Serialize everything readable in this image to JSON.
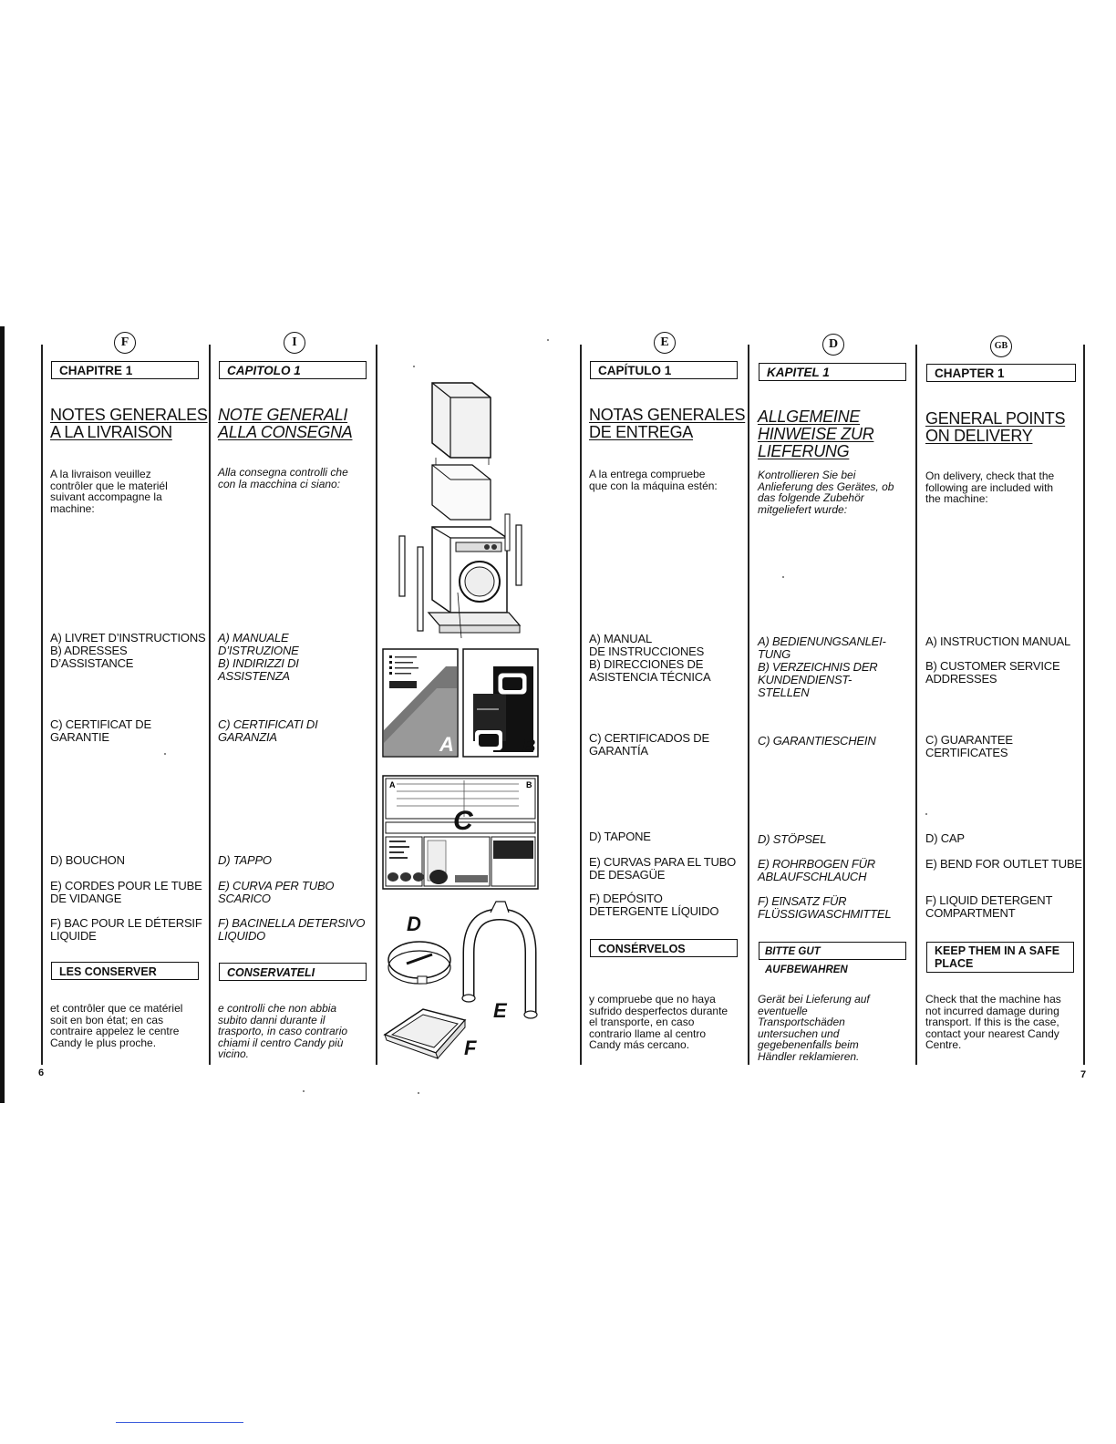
{
  "pages": {
    "left": "6",
    "right": "7"
  },
  "columns": {
    "fr": {
      "lang_badge": "F",
      "chapter": "CHAPITRE 1",
      "title": "NOTES GENERALES\nA LA LIVRAISON",
      "intro": "A la livraison veuillez\ncontrôler que le materiél\nsuivant accompagne la\nmachine:",
      "item_a": "A) LIVRET D’INSTRUCTIONS",
      "item_b": "B) ADRESSES\n     D’ASSISTANCE",
      "item_c": "C) CERTIFICAT DE\n     GARANTIE",
      "item_d": "D) BOUCHON",
      "item_e": "E) CORDES POUR LE TUBE\n     DE VIDANGE",
      "item_f": "F) BAC POUR LE DÉTERSIF\n     LIQUIDE",
      "keep_header": "LES CONSERVER",
      "closing": "et contrôler que ce matériel\nsoit en bon état; en cas\ncontraire appelez le centre\nCandy le plus proche."
    },
    "it": {
      "lang_badge": "I",
      "chapter": "CAPITOLO 1",
      "title": "NOTE GENERALI\nALLA CONSEGNA",
      "intro": "Alla consegna controlli che\ncon la macchina ci siano:",
      "item_a": "A) MANUALE\n     D’ISTRUZIONE",
      "item_b": "B) INDIRIZZI DI\n     ASSISTENZA",
      "item_c": "C) CERTIFICATI DI\n     GARANZIA",
      "item_d": "D) TAPPO",
      "item_e": "E) CURVA PER TUBO\n     SCARICO",
      "item_f": "F) BACINELLA DETERSIVO\n     LIQUIDO",
      "keep_header": "CONSERVATELI",
      "closing": "e controlli che non abbia\nsubito danni durante il\ntrasporto, in caso contrario\nchiami il centro Candy più\nvicino."
    },
    "es": {
      "lang_badge": "E",
      "chapter": "CAPÍTULO 1",
      "title": "NOTAS GENERALES\nDE ENTREGA",
      "intro": "A la entrega compruebe\nque con la máquina estén:",
      "item_a": "A) MANUAL\n     DE INSTRUCCIONES",
      "item_b": "B) DIRECCIONES DE\n     ASISTENCIA TÉCNICA",
      "item_c": "C) CERTIFICADOS DE\n     GARANTÍA",
      "item_d": "D) TAPONE",
      "item_e": "E) CURVAS PARA EL TUBO\n     DE DESAGÜE",
      "item_f": "F) DEPÓSITO\n     DETERGENTE  LÍQUIDO",
      "keep_header": "CONSÉRVELOS",
      "closing": "y compruebe que no haya\nsufrido desperfectos durante\nel transporte, en caso\ncontrario llame al centro\nCandy más cercano."
    },
    "de": {
      "lang_badge": "D",
      "chapter": "KAPITEL 1",
      "title": "ALLGEMEINE\nHINWEISE ZUR\nLIEFERUNG",
      "intro": "Kontrollieren Sie bei\nAnlieferung des Gerätes, ob\ndas folgende Zubehör\nmitgeliefert wurde:",
      "item_a": "A) BEDIENUNGSANLEI-\n     TUNG",
      "item_b": "B) VERZEICHNIS DER\n     KUNDENDIENST-\n     STELLEN",
      "item_c": "C) GARANTIESCHEIN",
      "item_d": "D) STÖPSEL",
      "item_e": "E) ROHRBOGEN FÜR\n     ABLAUFSCHLAUCH",
      "item_f": "F) EINSATZ FÜR\n     FLÜSSIGWASCHMITTEL",
      "keep_header": "BITTE GUT AUFBEWAHREN",
      "closing": "Gerät bei Lieferung auf\neventuelle\nTransportschäden\nuntersuchen und\ngegebenenfalls beim\nHändler reklamieren."
    },
    "gb": {
      "lang_badge": "GB",
      "chapter": "CHAPTER 1",
      "title": "GENERAL POINTS\nON DELIVERY",
      "intro": "On delivery, check that the\nfollowing are included with\nthe machine:",
      "item_a": "A) INSTRUCTION MANUAL",
      "item_b": "B) CUSTOMER SERVICE\n     ADDRESSES",
      "item_c": "C) GUARANTEE\n     CERTIFICATES",
      "item_d": "D) CAP",
      "item_e": "E) BEND FOR OUTLET TUBE",
      "item_f": "F) LIQUID DETERGENT\n     COMPARTMENT",
      "keep_header": "KEEP THEM IN A SAFE\nPLACE",
      "closing": "Check that the machine has\nnot incurred damage during\ntransport. If this is the case,\ncontact your nearest Candy\nCentre."
    }
  },
  "figure_labels": {
    "a": "A",
    "b": "B",
    "c": "C",
    "d": "D",
    "e": "E",
    "f": "F"
  }
}
